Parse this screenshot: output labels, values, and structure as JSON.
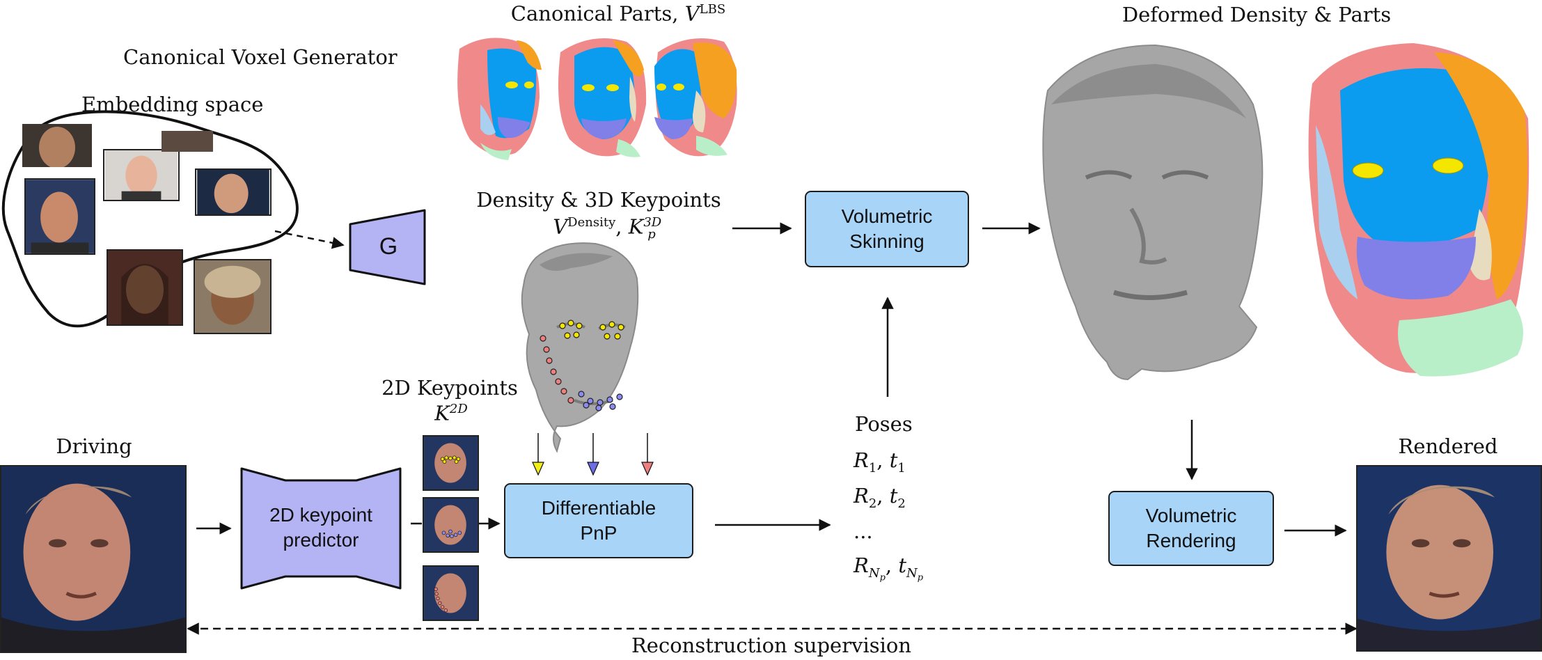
{
  "canonical_generator": {
    "title": "Canonical Voxel Generator",
    "embedding_label": "Embedding space",
    "generator_label": "G"
  },
  "canonical_parts": {
    "title_text": "Canonical Parts, ",
    "symbol": "V",
    "superscript": "LBS"
  },
  "density_keypoints": {
    "title": "Density & 3D Keypoints",
    "symbol_v": "V",
    "sup_density": "Density",
    "symbol_k": "K",
    "sub_p": "p",
    "sup_3d": "3D"
  },
  "keypoints_2d": {
    "title": "2D Keypoints",
    "symbol": "K",
    "superscript": "2D"
  },
  "driving_label": "Driving",
  "rendered_label": "Rendered",
  "deformed_label": "Deformed Density & Parts",
  "predictor": {
    "line1": "2D keypoint",
    "line2": "predictor"
  },
  "pnp": {
    "line1": "Differentiable",
    "line2": "PnP"
  },
  "skinning": {
    "line1": "Volumetric",
    "line2": "Skinning"
  },
  "rendering": {
    "line1": "Volumetric",
    "line2": "Rendering"
  },
  "poses": {
    "title": "Poses",
    "rows": [
      {
        "r": "R",
        "r_sub": "1",
        "t": "t",
        "t_sub": "1"
      },
      {
        "r": "R",
        "r_sub": "2",
        "t": "t",
        "t_sub": "2"
      }
    ],
    "ellipsis": "...",
    "last": {
      "r": "R",
      "r_sub": "N",
      "t": "t",
      "t_sub": "N",
      "subsub": "p"
    }
  },
  "supervision_label": "Reconstruction supervision",
  "colors": {
    "box_blue": "#a8d4f7",
    "trapezoid_purple": "#b4b3f4",
    "part_pink": "#f08a8a",
    "part_blue": "#0b9cf0",
    "part_orange": "#f5a020",
    "part_violet": "#8080e8",
    "part_mint": "#b8efc8",
    "part_lightblue": "#aad0f0",
    "part_tan": "#e8dcc0",
    "eye_yellow": "#f5e600",
    "mesh_grey": "#a9a9a9",
    "arrow_yellow": "#f2ef17",
    "arrow_blue": "#6d6de6",
    "arrow_red": "#ef7f7f"
  }
}
